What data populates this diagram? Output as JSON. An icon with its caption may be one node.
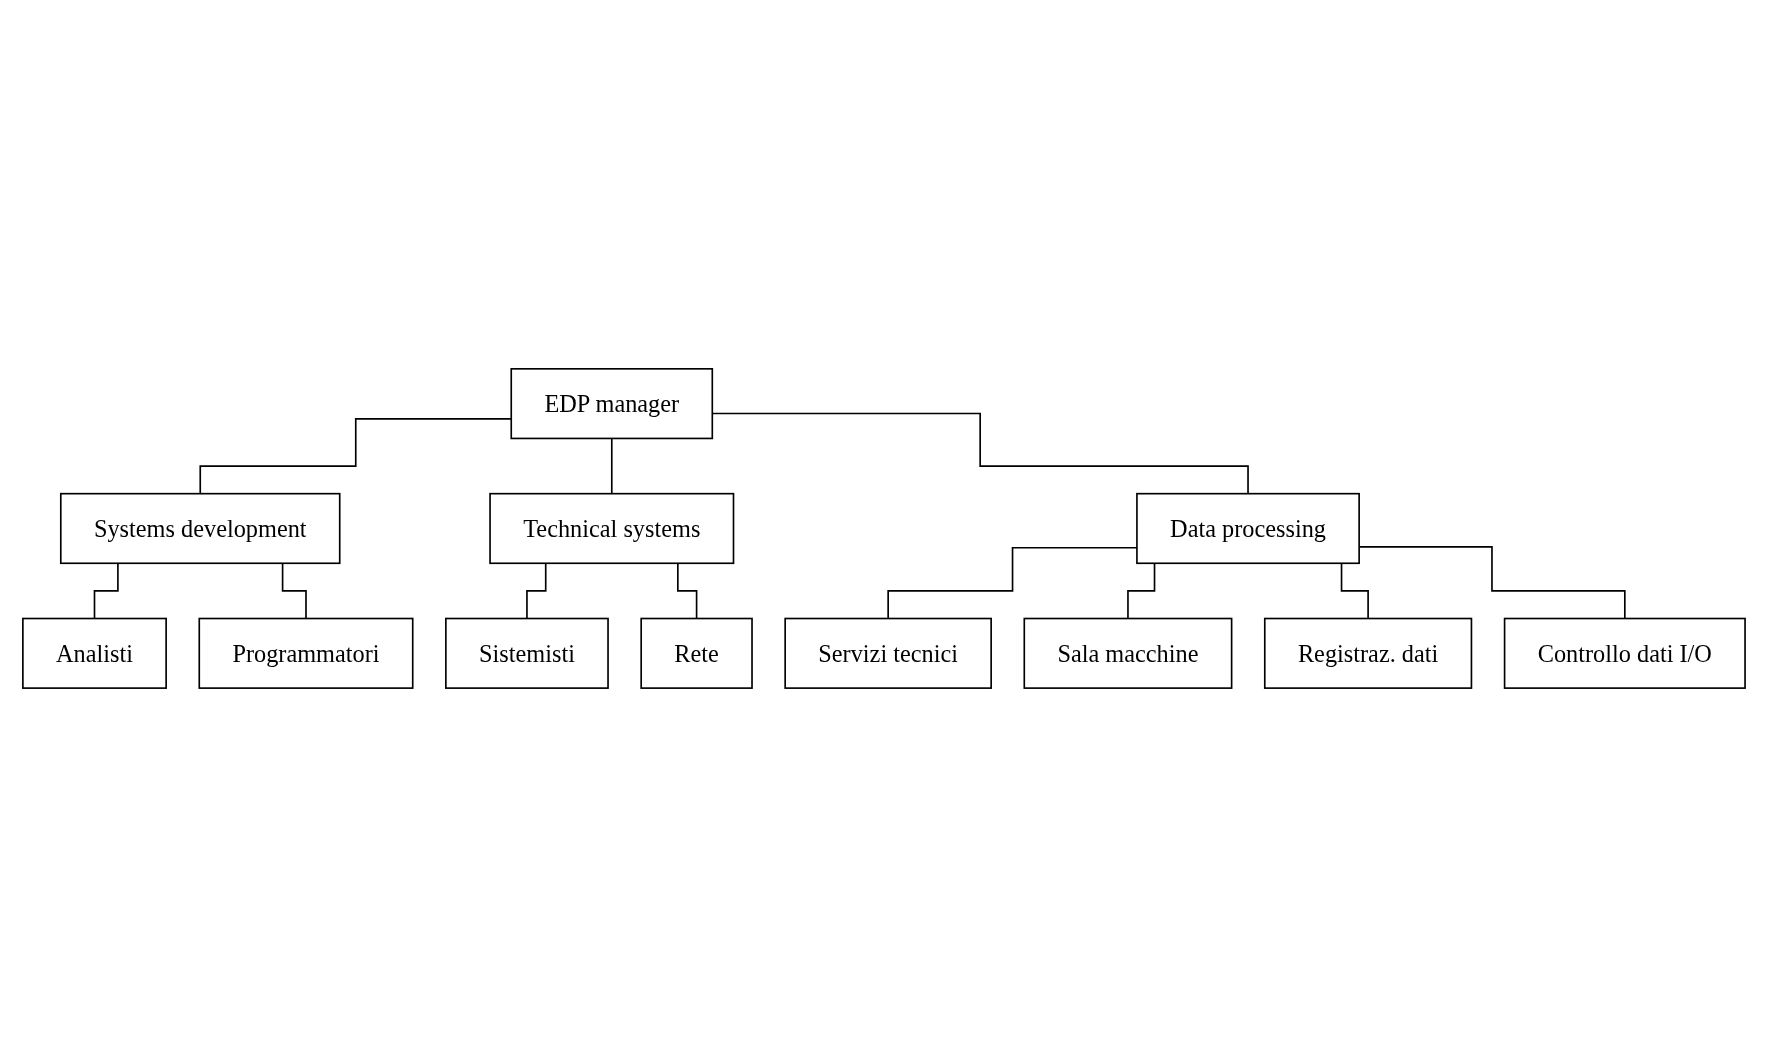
{
  "diagram": {
    "nodes": [
      {
        "text": [
          "EDP manager"
        ]
      },
      {
        "text": [
          "Systems development"
        ]
      },
      {
        "text": [
          "Technical systems"
        ]
      },
      {
        "text": [
          "Data processing"
        ]
      },
      {
        "text": [
          "Analisti"
        ]
      },
      {
        "text": [
          "Programmatori"
        ]
      },
      {
        "text": [
          "Sistemisti"
        ]
      },
      {
        "text": [
          "Rete"
        ]
      },
      {
        "text": [
          "Servizi tecnici"
        ]
      },
      {
        "text": [
          "Sala macchine"
        ]
      },
      {
        "text": [
          "Registraz. dati"
        ]
      },
      {
        "text": [
          "Controllo dati I/O"
        ]
      }
    ],
    "edges": [
      {
        "from": 0,
        "to": 1,
        "arrow": "none"
      },
      {
        "from": 0,
        "to": 2,
        "arrow": "none"
      },
      {
        "from": 0,
        "to": 3,
        "arrow": "none"
      },
      {
        "from": 1,
        "to": 4,
        "arrow": "none"
      },
      {
        "from": 1,
        "to": 5,
        "arrow": "none"
      },
      {
        "from": 2,
        "to": 6,
        "arrow": "none"
      },
      {
        "from": 2,
        "to": 7,
        "arrow": "none"
      },
      {
        "from": 3,
        "to": 8,
        "arrow": "none"
      },
      {
        "from": 3,
        "to": 9,
        "arrow": "none"
      },
      {
        "from": 3,
        "to": 10,
        "arrow": "none"
      },
      {
        "from": 3,
        "to": 11,
        "arrow": "none"
      }
    ]
  }
}
